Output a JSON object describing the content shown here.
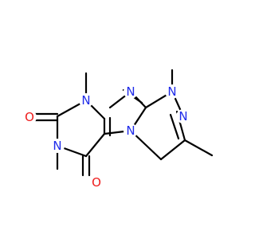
{
  "molecule": {
    "atoms": {
      "n_top_left": "N",
      "n_top_center": "N",
      "n_top_right": "N",
      "n_right": "N",
      "n_center_lower": "N",
      "n_left_lower": "N",
      "o_left": "O",
      "o_bottom": "O"
    },
    "colors": {
      "bond": "#000000",
      "nitrogen": "#1f2bea",
      "oxygen": "#ee1b1b",
      "background": "#ffffff"
    }
  }
}
